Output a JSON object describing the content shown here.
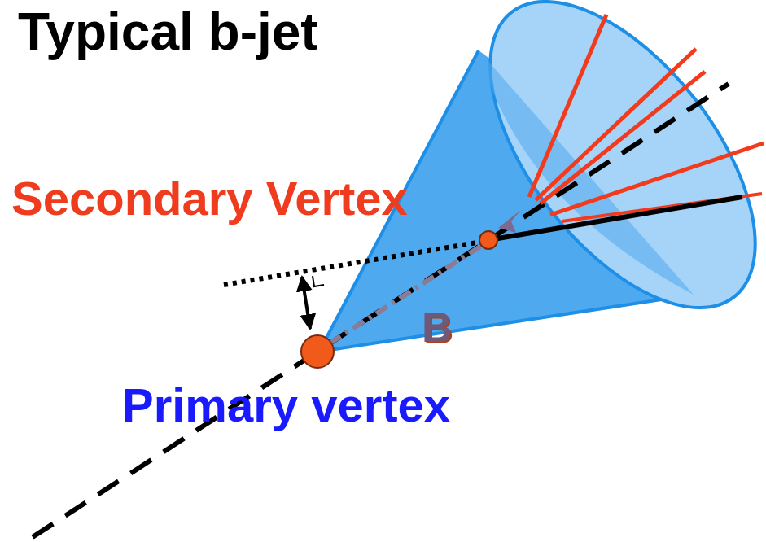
{
  "diagram": {
    "title": "Typical b-jet",
    "labels": [
      "Secondary Vertex",
      "Primary vertex",
      "B"
    ]
  }
}
